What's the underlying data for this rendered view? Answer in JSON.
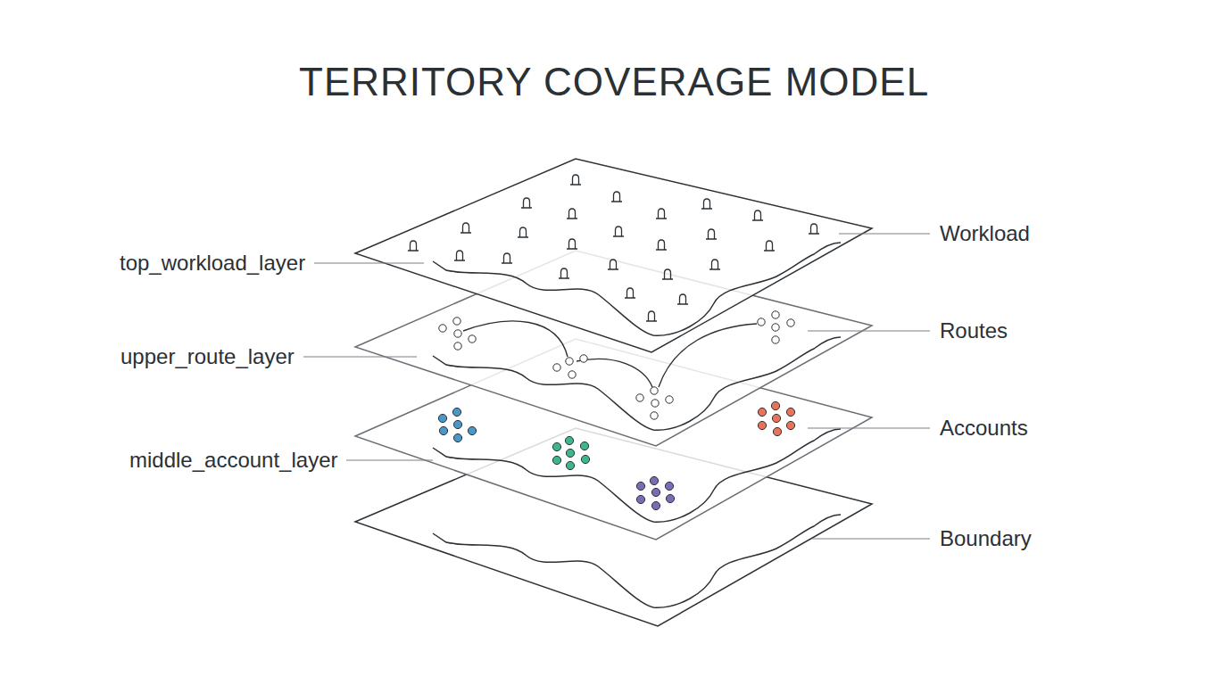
{
  "diagram": {
    "title": "TERRITORY COVERAGE MODEL",
    "labels": [
      "Workload",
      "top_workload_layer",
      "Routes",
      "upper_route_layer",
      "Accounts",
      "middle_account_layer",
      "Boundary"
    ]
  }
}
